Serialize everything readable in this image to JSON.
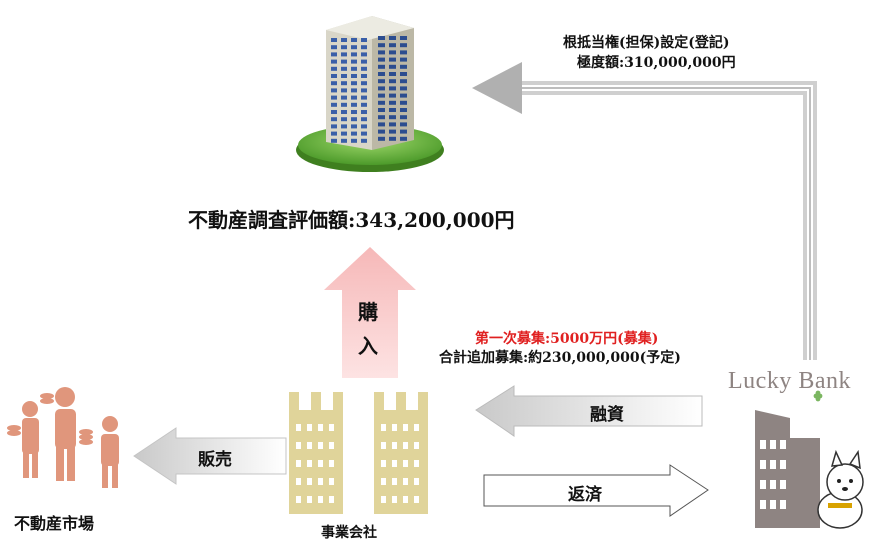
{
  "lien": {
    "line1": "根抵当権(担保)設定(登記)",
    "line2": "極度額:310,000,000円"
  },
  "appraisal": "不動産調査評価額:343,200,000円",
  "purchase_label": {
    "char1": "購",
    "char2": "入"
  },
  "fundraise": {
    "first": "第一次募集:5000万円(募集)",
    "total": "合計追加募集:約230,000,000(予定)"
  },
  "bank_name": "Lucky Bank",
  "financing_label": "融資",
  "repayment_label": "返済",
  "sales_label": "販売",
  "market_caption": "不動産市場",
  "company_caption": "事業会社",
  "colors": {
    "fundraise_red": "#e02020",
    "company_building": "#e0d49a",
    "purchase_arrow": "#f7c2c2",
    "people": "#e0967c",
    "bank_building": "#8e8482"
  }
}
